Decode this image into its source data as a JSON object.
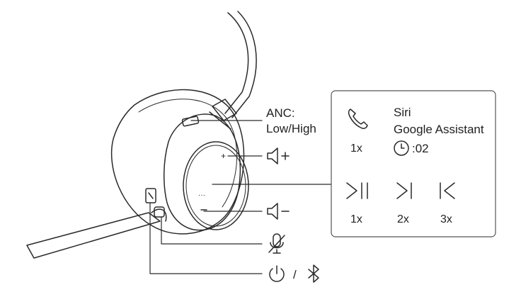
{
  "anc": {
    "line1": "ANC:",
    "line2": "Low/High"
  },
  "call_panel": {
    "call_icon": "phone-icon",
    "call_count": "1x",
    "assistant_line1": "Siri",
    "assistant_line2": "Google Assistant",
    "hold_icon": "clock-icon",
    "hold_time": ":02"
  },
  "media_panel": {
    "play_pause_icon": "play-pause-icon",
    "play_pause_count": "1x",
    "next_track_icon": "next-track-icon",
    "next_track_count": "2x",
    "prev_track_icon": "previous-track-icon",
    "prev_track_count": "3x"
  },
  "volume": {
    "up_icon": "volume-up-icon",
    "down_icon": "volume-down-icon"
  },
  "mute": {
    "icon": "mic-mute-icon"
  },
  "power": {
    "power_icon": "power-icon",
    "separator": "/",
    "bluetooth_icon": "bluetooth-icon"
  },
  "colors": {
    "line": "#2a2a2a",
    "panel_border": "#555555",
    "cushion_fill": "#ffffff"
  }
}
